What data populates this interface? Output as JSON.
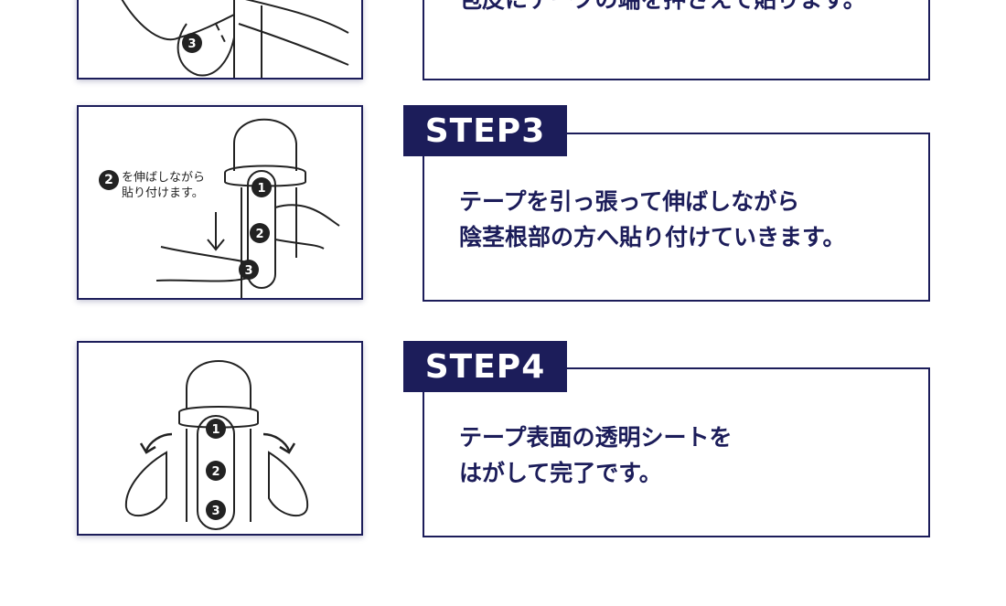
{
  "steps": [
    {
      "label": "",
      "text": "包皮にテープの端を押さえて貼ります。",
      "markers": [
        "3"
      ]
    },
    {
      "label": "STEP3",
      "text": "テープを引っ張って伸ばしながら\n陰茎根部の方へ貼り付けていきます。",
      "note_marker": "2",
      "note": "を伸ばしながら\n貼り付けます。",
      "markers": [
        "1",
        "2",
        "3"
      ]
    },
    {
      "label": "STEP4",
      "text": "テープ表面の透明シートを\nはがして完了です。",
      "markers": [
        "1",
        "2",
        "3"
      ]
    }
  ],
  "colors": {
    "navy": "#1c1d5a",
    "ink": "#222222"
  },
  "icons": [
    "down-arrow-icon",
    "curved-arrow-left-icon",
    "curved-arrow-right-icon"
  ]
}
